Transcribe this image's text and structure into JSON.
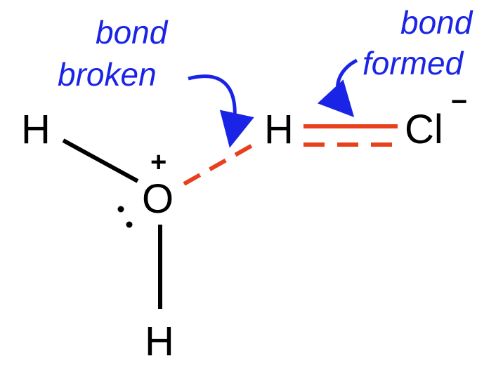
{
  "colors": {
    "bond": "#000000",
    "reaction_bond": "#e8401c",
    "annotation": "#1a24e6"
  },
  "atoms": {
    "h_left": "H",
    "oxygen": "O",
    "h_bottom": "H",
    "h_transfer": "H",
    "chlorine": "Cl"
  },
  "charges": {
    "oxygen": "+",
    "chlorine": "−"
  },
  "annotations": {
    "broken_line1": "bond",
    "broken_line2": "broken",
    "formed_line1": "bond",
    "formed_line2": "formed"
  }
}
